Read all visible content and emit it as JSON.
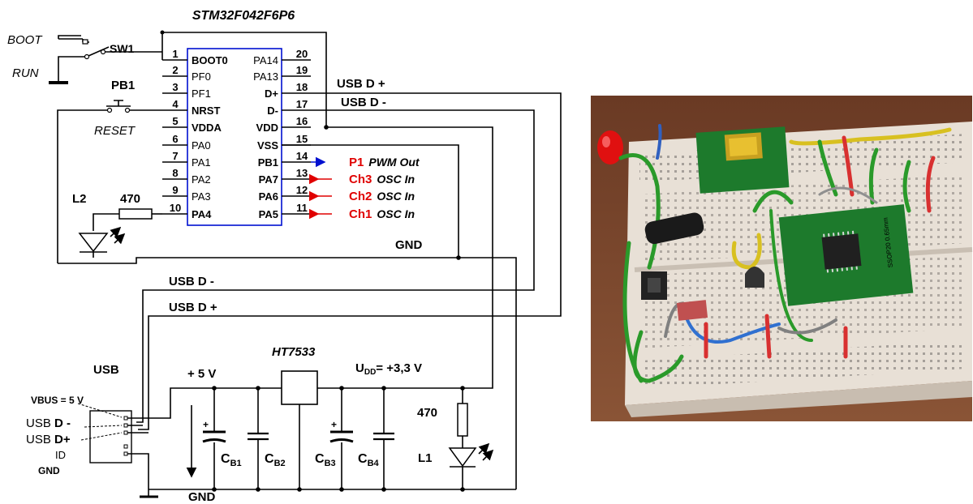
{
  "mcu": {
    "title": "STM32F042F6P6",
    "left_pins": [
      {
        "num": "1",
        "label": "BOOT0",
        "color": "#000000"
      },
      {
        "num": "2",
        "label": "PF0",
        "color": "#000000"
      },
      {
        "num": "3",
        "label": "PF1",
        "color": "#000000"
      },
      {
        "num": "4",
        "label": "NRST",
        "color": "#000000"
      },
      {
        "num": "5",
        "label": "VDDA",
        "color": "#e00000"
      },
      {
        "num": "6",
        "label": "PA0",
        "color": "#000000"
      },
      {
        "num": "7",
        "label": "PA1",
        "color": "#000000"
      },
      {
        "num": "8",
        "label": "PA2",
        "color": "#000000"
      },
      {
        "num": "9",
        "label": "PA3",
        "color": "#000000"
      },
      {
        "num": "10",
        "label": "PA4",
        "color": "#000000"
      }
    ],
    "right_pins": [
      {
        "num": "20",
        "label": "PA14",
        "color": "#000000"
      },
      {
        "num": "19",
        "label": "PA13",
        "color": "#000000"
      },
      {
        "num": "18",
        "label": "D+",
        "color": "#000000"
      },
      {
        "num": "17",
        "label": "D-",
        "color": "#000000"
      },
      {
        "num": "16",
        "label": "VDD",
        "color": "#e00000"
      },
      {
        "num": "15",
        "label": "VSS",
        "color": "#0010d0"
      },
      {
        "num": "14",
        "label": "PB1",
        "color": "#000000"
      },
      {
        "num": "13",
        "label": "PA7",
        "color": "#000000"
      },
      {
        "num": "12",
        "label": "PA6",
        "color": "#000000"
      },
      {
        "num": "11",
        "label": "PA5",
        "color": "#000000"
      }
    ]
  },
  "signals": [
    {
      "id": "P1",
      "text": "PWM Out"
    },
    {
      "id": "Ch3",
      "text": "OSC In"
    },
    {
      "id": "Ch2",
      "text": "OSC In"
    },
    {
      "id": "Ch1",
      "text": "OSC In"
    }
  ],
  "labels": {
    "boot": "BOOT",
    "run": "RUN",
    "sw1": "SW1",
    "pb1": "PB1",
    "reset": "RESET",
    "l2": "L2",
    "r_l2": "470",
    "usb_dp_top": "USB  D +",
    "usb_dm_top": "USB  D -",
    "gnd_top": "GND",
    "usb_dm_mid": "USB D -",
    "usb_dp_mid": "USB D +",
    "usb": "USB",
    "vbus": "VBUS = 5 V",
    "usb_dm_pre": "USB",
    "usb_dm_bold": "D -",
    "usb_dp_pre": "USB",
    "usb_dp_bold": "D+",
    "id": "ID",
    "gnd_conn": "GND",
    "plus5v": "+ 5 V",
    "regulator": "HT7533",
    "udd_pre": "U",
    "udd_sub": "DD",
    "udd_post": "= +3,3 V",
    "r_l1": "470",
    "l1": "L1",
    "gnd_bottom": "GND",
    "cb1": "C",
    "cb1_sub": "B1",
    "cb2": "C",
    "cb2_sub": "B2",
    "cb3": "C",
    "cb3_sub": "B3",
    "cb4": "C",
    "cb4_sub": "B4",
    "plus": "+"
  },
  "photo": {
    "module_text": "SSOP20 0.65mm"
  },
  "colors": {
    "red": "#e00000",
    "blue": "#0010d0",
    "board": "#eee6dc",
    "pcb_green": "#1d7a2c"
  }
}
